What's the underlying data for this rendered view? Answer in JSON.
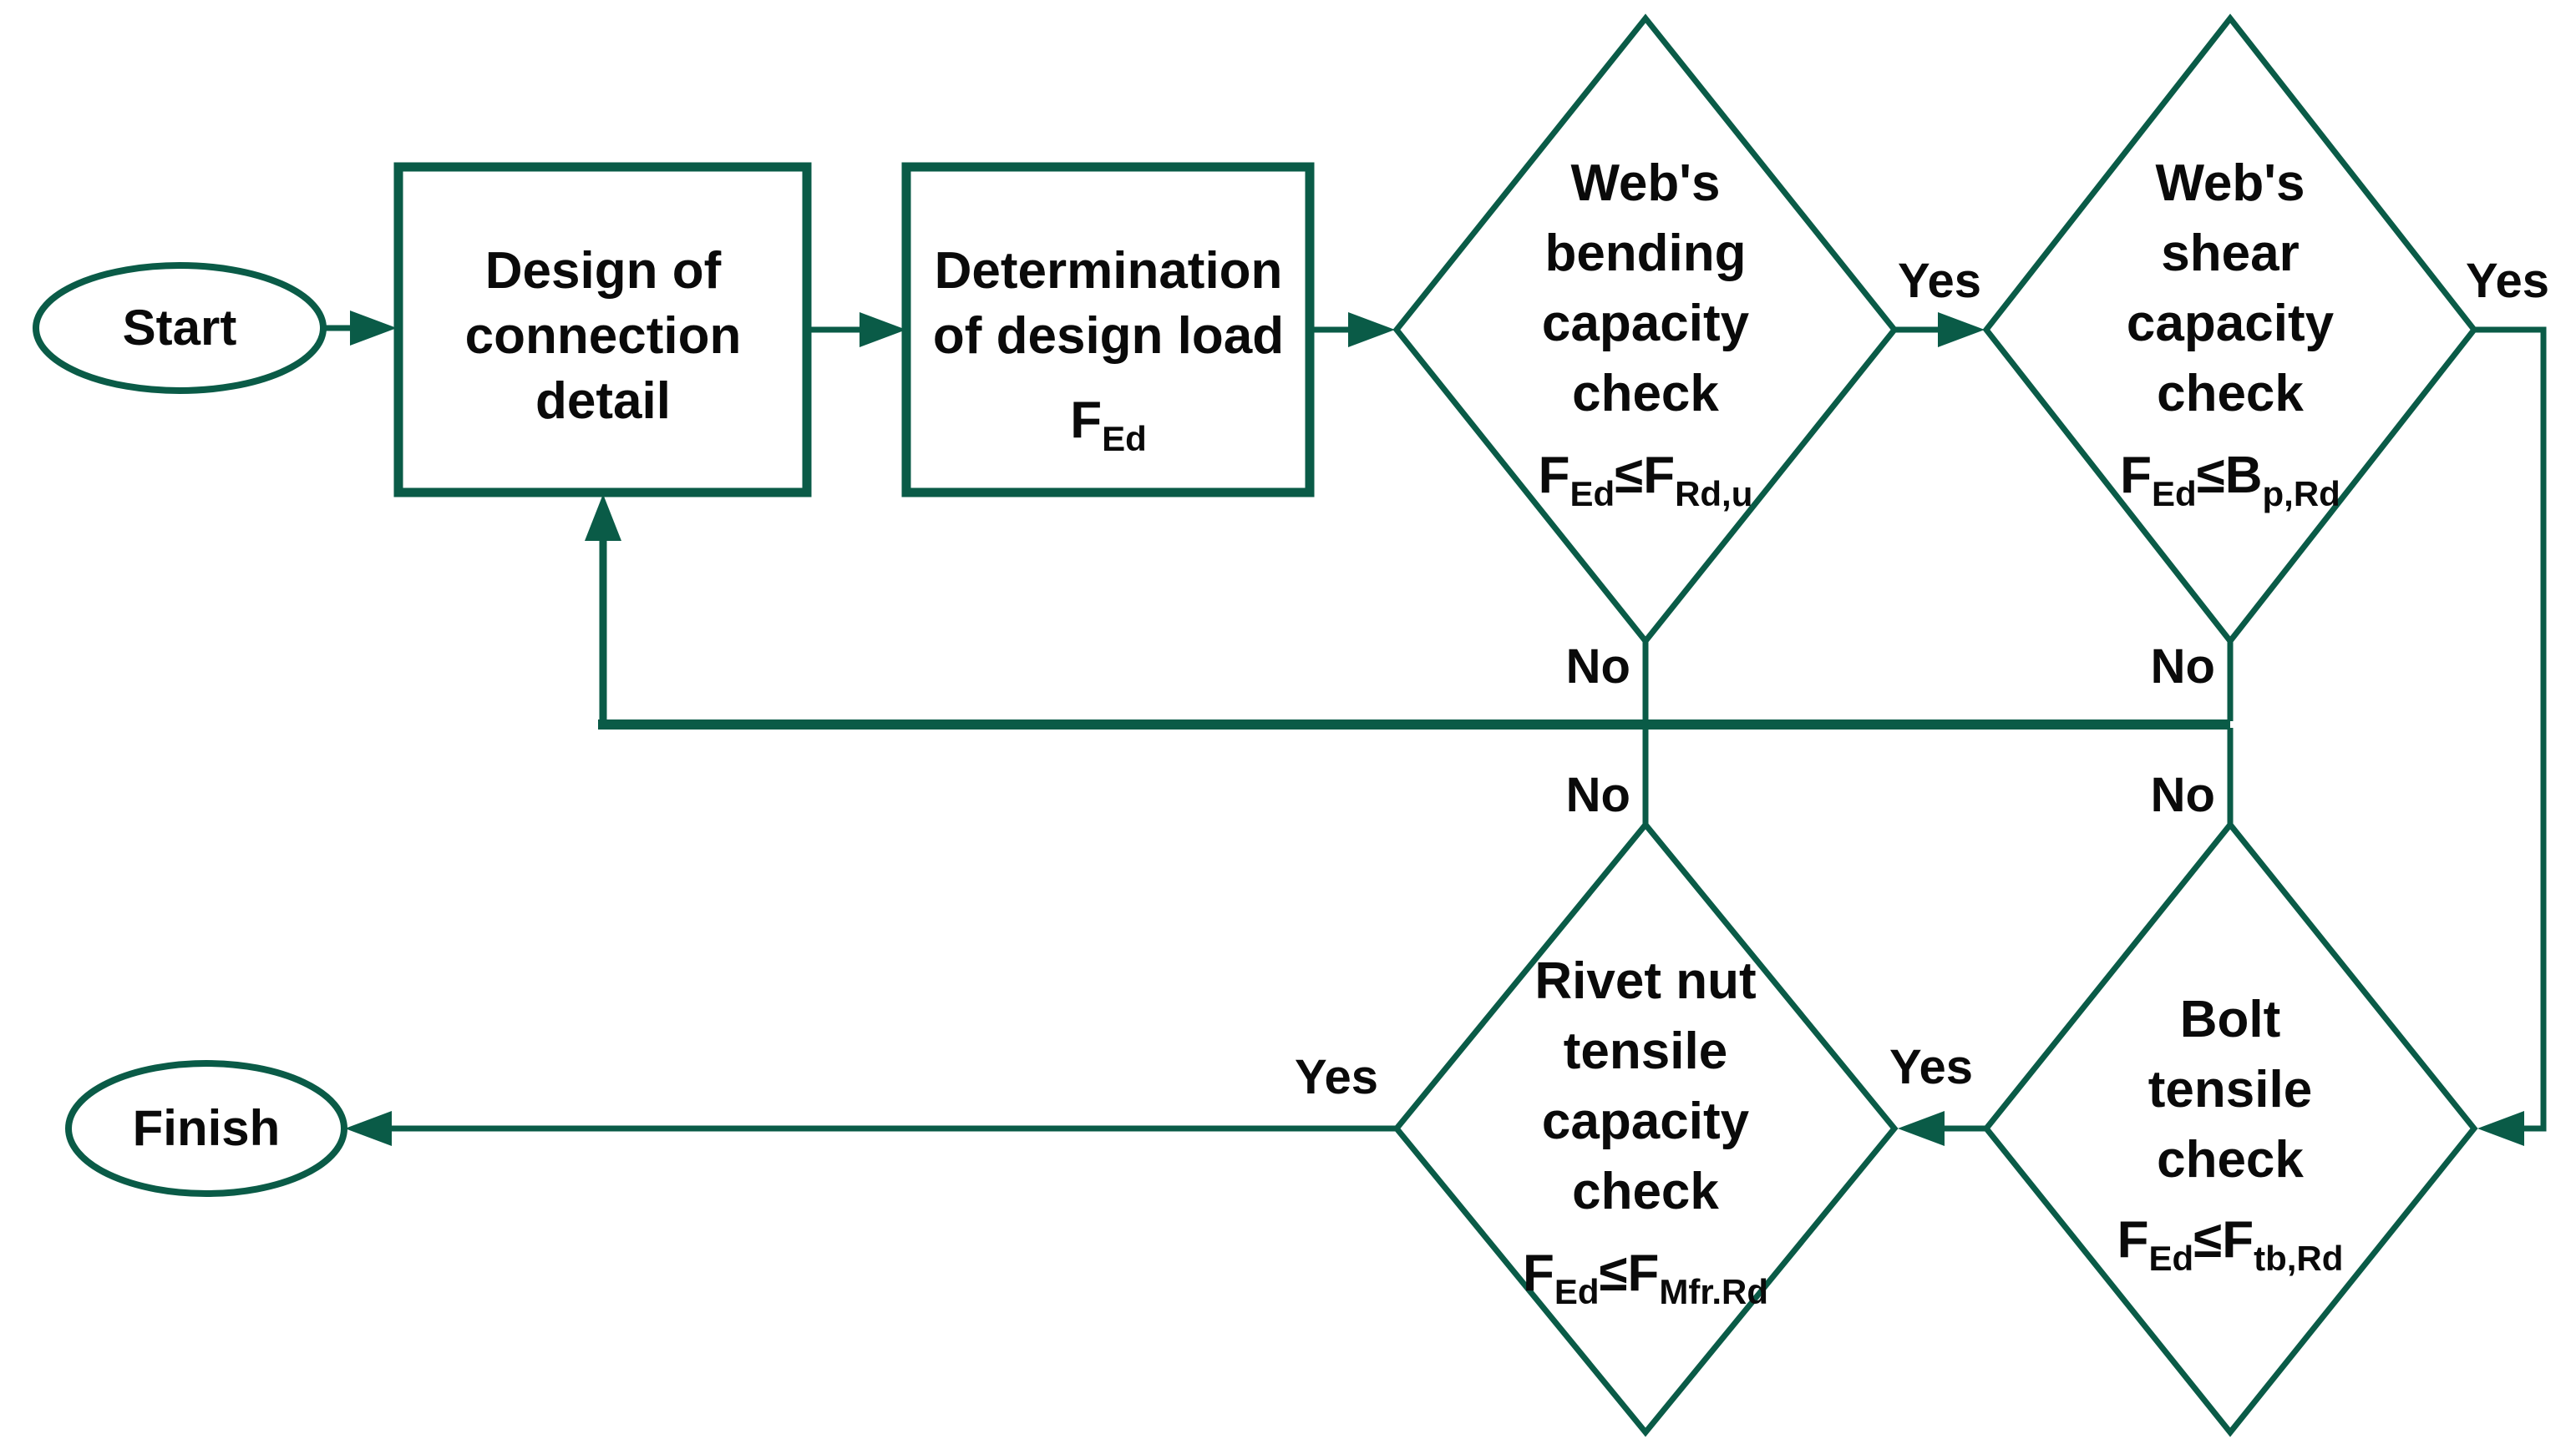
{
  "colors": {
    "accent": "#0a5b47",
    "text": "#0a0a0a",
    "background": "#ffffff"
  },
  "terminals": {
    "start": "Start",
    "finish": "Finish"
  },
  "process": {
    "design_box": {
      "lines": [
        "Design of",
        "connection",
        "detail"
      ]
    },
    "load_box": {
      "lines": [
        "Determination",
        "of design load"
      ],
      "formula": [
        {
          "t": "F",
          "sub": "Ed"
        }
      ]
    }
  },
  "decisions": {
    "web_bending": {
      "lines": [
        "Web's",
        "bending",
        "capacity",
        "check"
      ],
      "formula": [
        {
          "t": "F",
          "sub": "Ed"
        },
        {
          "t": "≤"
        },
        {
          "t": "F",
          "sub": "Rd,u"
        }
      ]
    },
    "web_shear": {
      "lines": [
        "Web's",
        "shear",
        "capacity",
        "check"
      ],
      "formula": [
        {
          "t": "F",
          "sub": "Ed"
        },
        {
          "t": "≤"
        },
        {
          "t": "B",
          "sub": "p,Rd"
        }
      ]
    },
    "rivet_nut": {
      "lines": [
        "Rivet nut",
        "tensile",
        "capacity",
        "check"
      ],
      "formula": [
        {
          "t": "F",
          "sub": "Ed"
        },
        {
          "t": "≤"
        },
        {
          "t": "F",
          "sub": "Mfr.Rd"
        }
      ]
    },
    "bolt": {
      "lines": [
        "Bolt",
        "tensile",
        "check"
      ],
      "formula": [
        {
          "t": "F",
          "sub": "Ed"
        },
        {
          "t": "≤"
        },
        {
          "t": "F",
          "sub": "tb,Rd"
        }
      ]
    }
  },
  "edge_labels": {
    "yes": "Yes",
    "no": "No"
  }
}
